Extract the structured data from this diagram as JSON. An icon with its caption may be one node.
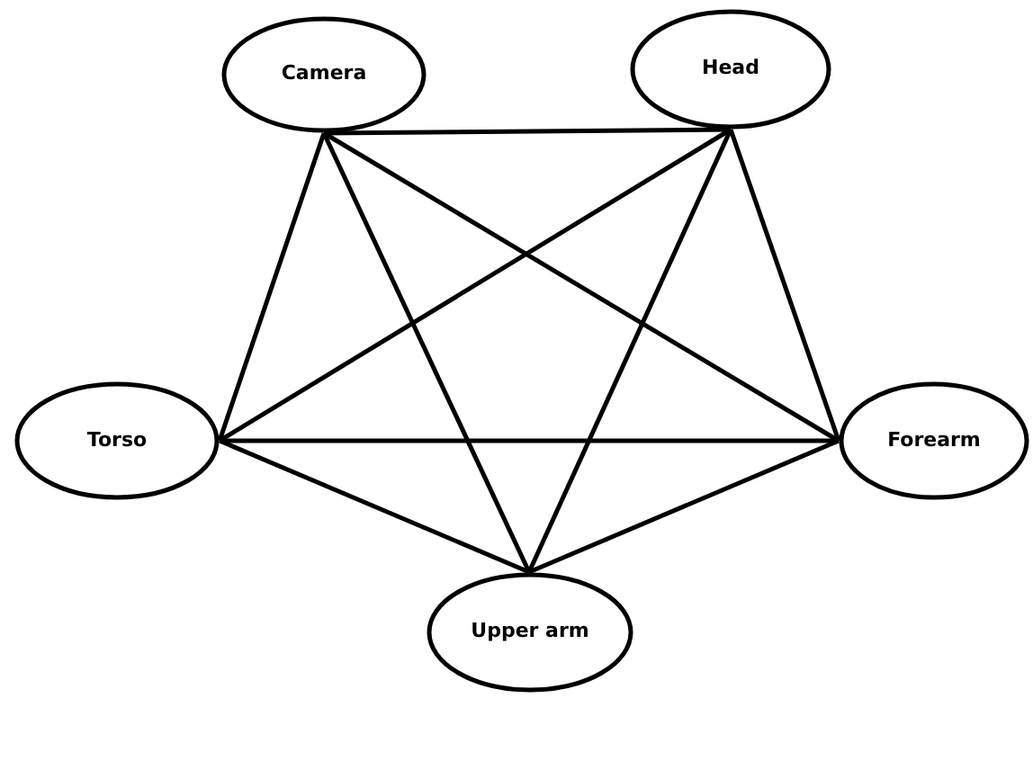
{
  "diagram": {
    "nodes": [
      {
        "text": [
          "Camera"
        ]
      },
      {
        "text": [
          "Head"
        ]
      },
      {
        "text": [
          "Torso"
        ]
      },
      {
        "text": [
          "Forearm"
        ]
      },
      {
        "text": [
          "Upper arm"
        ]
      }
    ],
    "edges": [
      {
        "from": 0,
        "to": 1,
        "arrow": "none"
      },
      {
        "from": 0,
        "to": 2,
        "arrow": "none"
      },
      {
        "from": 0,
        "to": 3,
        "arrow": "none"
      },
      {
        "from": 0,
        "to": 4,
        "arrow": "none"
      },
      {
        "from": 1,
        "to": 2,
        "arrow": "none"
      },
      {
        "from": 1,
        "to": 3,
        "arrow": "none"
      },
      {
        "from": 1,
        "to": 4,
        "arrow": "none"
      },
      {
        "from": 2,
        "to": 3,
        "arrow": "none"
      },
      {
        "from": 2,
        "to": 4,
        "arrow": "none"
      },
      {
        "from": 3,
        "to": 4,
        "arrow": "none"
      }
    ]
  }
}
